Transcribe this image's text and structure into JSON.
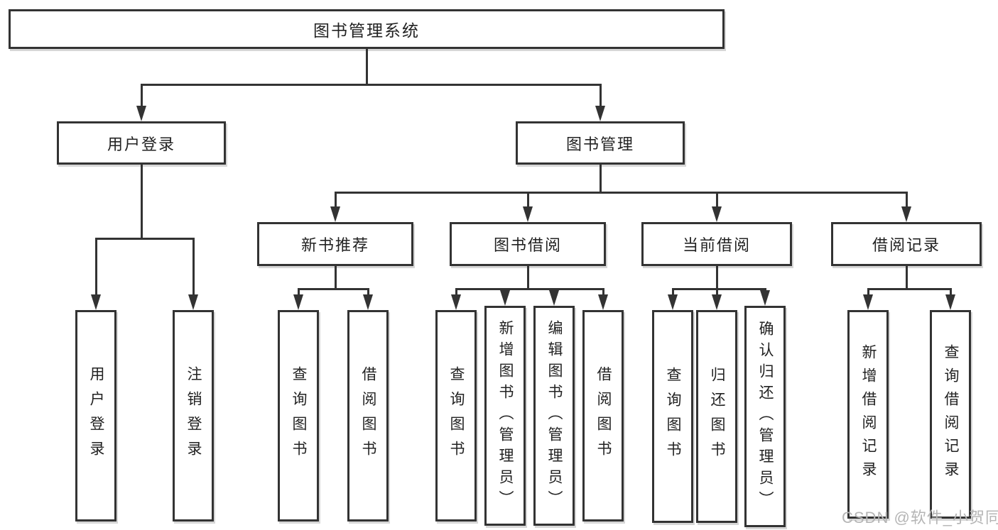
{
  "diagram": {
    "tree": {
      "label": "图书管理系统",
      "children": [
        {
          "label": "用户登录",
          "children": [
            {
              "label": "用户登录"
            },
            {
              "label": "注销登录"
            }
          ]
        },
        {
          "label": "图书管理",
          "children": [
            {
              "label": "新书推荐",
              "children": [
                {
                  "label": "查询图书"
                },
                {
                  "label": "借阅图书"
                }
              ]
            },
            {
              "label": "图书借阅",
              "children": [
                {
                  "label": "查询图书"
                },
                {
                  "label": "新增图书（管理员）"
                },
                {
                  "label": "编辑图书（管理员）"
                },
                {
                  "label": "借阅图书"
                }
              ]
            },
            {
              "label": "当前借阅",
              "children": [
                {
                  "label": "查询图书"
                },
                {
                  "label": "归还图书"
                },
                {
                  "label": "确认归还（管理员）"
                }
              ]
            },
            {
              "label": "借阅记录",
              "children": [
                {
                  "label": "新增借阅记录"
                },
                {
                  "label": "查询借阅记录"
                }
              ]
            }
          ]
        }
      ]
    },
    "colors": {
      "line": "#333333",
      "box_border": "#333333",
      "box_background": "#ffffff",
      "text": "#222222",
      "watermark": "#b5b5b5"
    }
  },
  "watermark": {
    "text": "CSDN @软件_小贺同学"
  }
}
